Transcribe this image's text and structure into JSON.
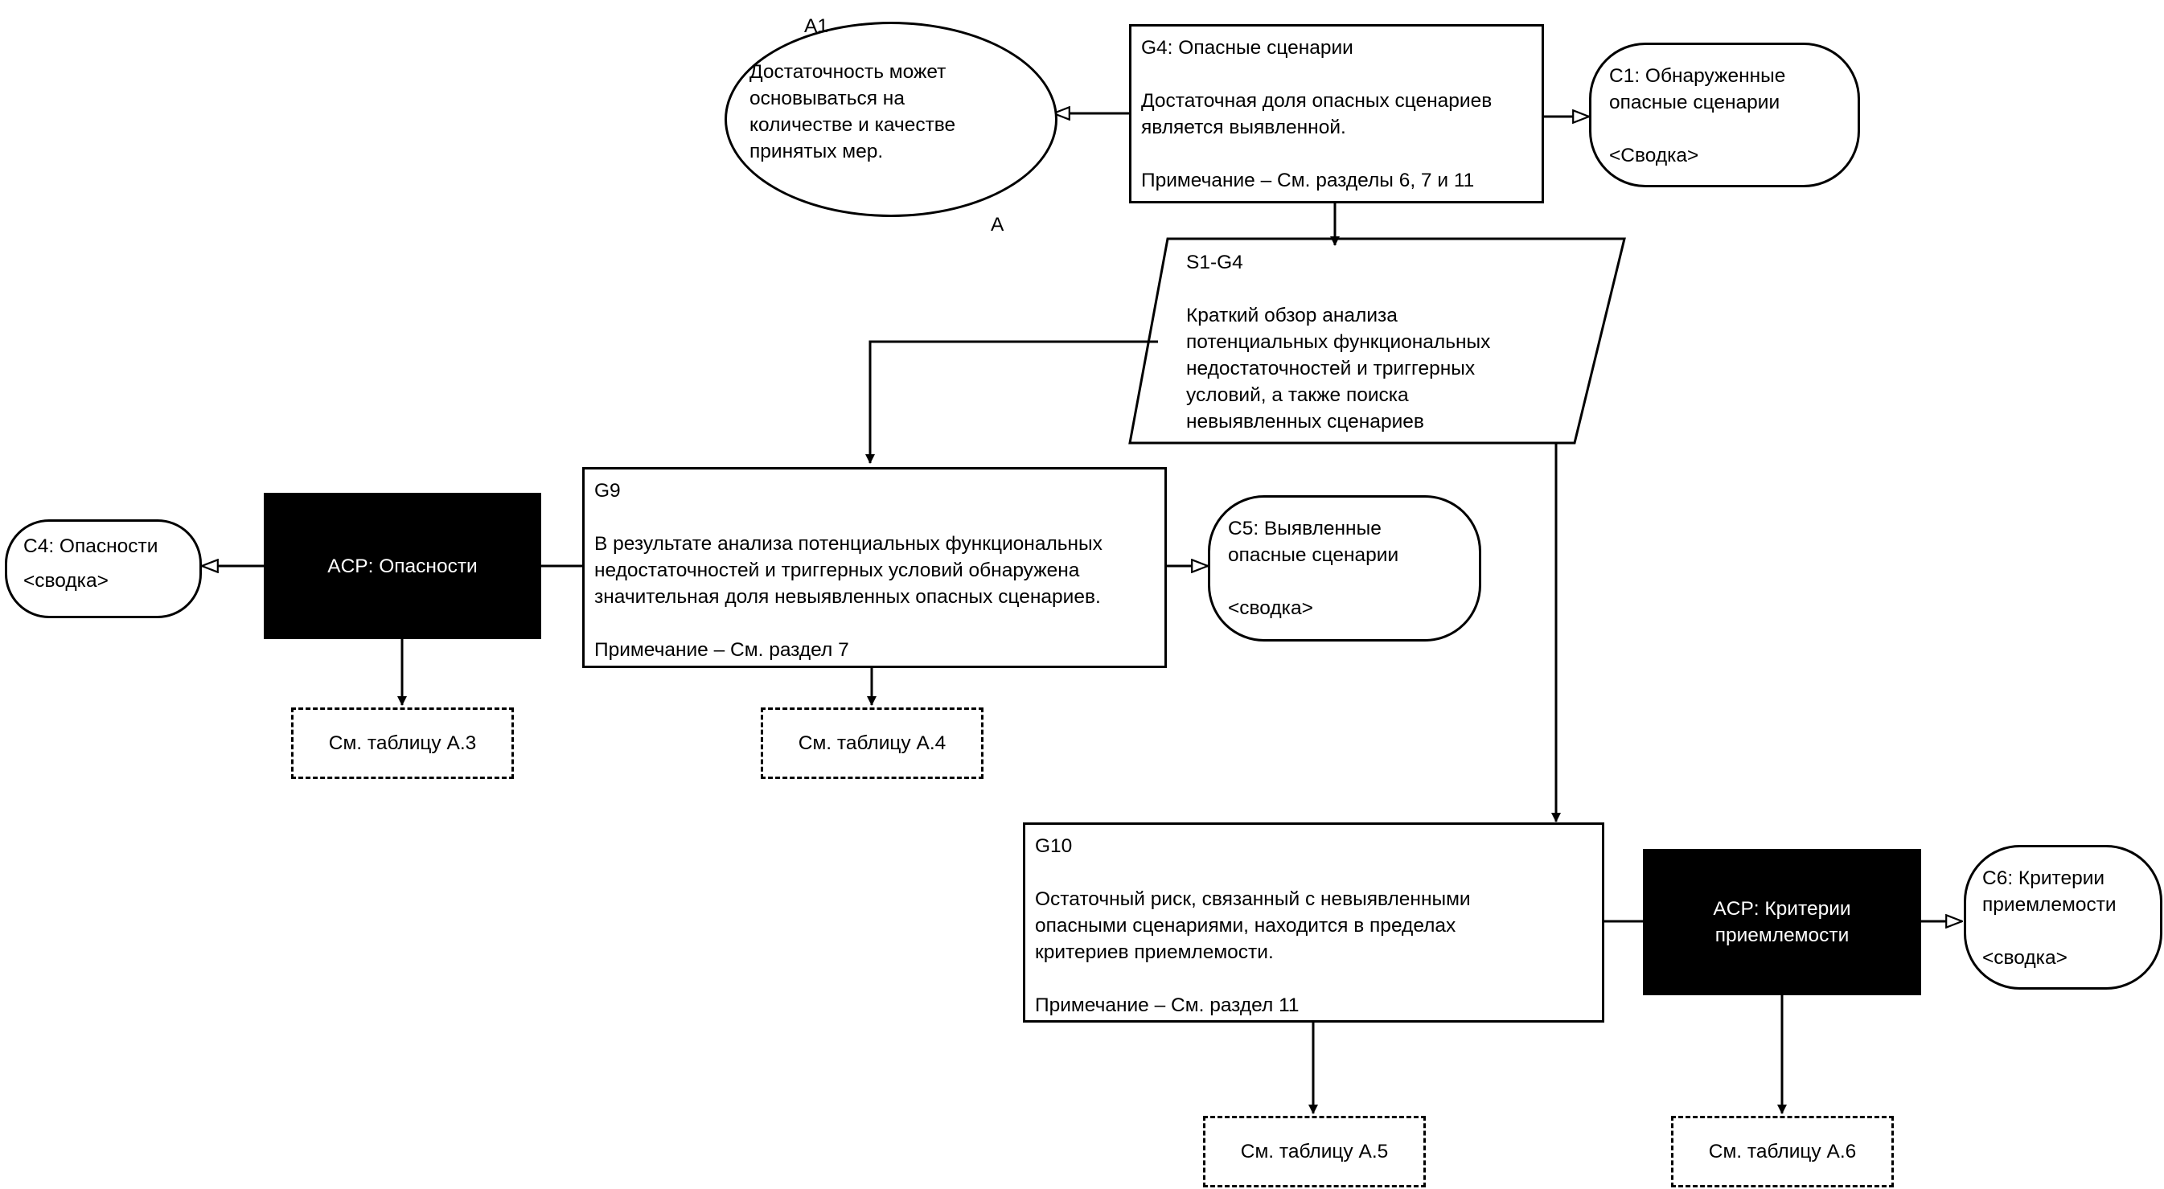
{
  "a1": {
    "id": "A1",
    "lines": [
      "Достаточность может",
      "основываться на",
      "количестве и качестве",
      "принятых мер."
    ],
    "marker": "A"
  },
  "g4": {
    "id": "G4: Опасные сценарии",
    "lines": [
      "Достаточная доля опасных сценариев",
      "является выявленной."
    ],
    "note": "Примечание –  См. разделы 6, 7 и 11"
  },
  "c1": {
    "lines": [
      "C1: Обнаруженные",
      "опасные сценарии"
    ],
    "summary": "<Сводка>"
  },
  "s1": {
    "id": "S1-G4",
    "lines": [
      "Краткий обзор анализа",
      "потенциальных функциональных",
      "недостаточностей и триггерных",
      "условий, а также поиска",
      "невыявленных сценариев"
    ]
  },
  "c4": {
    "title": "С4: Опасности",
    "summary": "<сводка>"
  },
  "acp1": {
    "label": "ACP: Опасности"
  },
  "g9": {
    "id": "G9",
    "lines": [
      "В результате анализа потенциальных функциональных",
      "недостаточностей и триггерных условий обнаружена",
      "значительная доля невыявленных опасных сценариев."
    ],
    "note": "Примечание –  См. раздел 7"
  },
  "c5": {
    "lines": [
      "С5: Выявленные",
      "опасные сценарии"
    ],
    "summary": "<сводка>"
  },
  "ref_a3": {
    "label": "См. таблицу А.3"
  },
  "ref_a4": {
    "label": "См. таблицу А.4"
  },
  "g10": {
    "id": "G10",
    "lines": [
      "Остаточный риск, связанный с невыявленными",
      "опасными сценариями, находится в пределах",
      "критериев приемлемости."
    ],
    "note": "Примечание –  См. раздел 11"
  },
  "acp2": {
    "lines": [
      "ACP: Критерии",
      "приемлемости"
    ]
  },
  "c6": {
    "lines": [
      "С6: Критерии",
      "приемлемости"
    ],
    "summary": "<сводка>"
  },
  "ref_a5": {
    "label": "См. таблицу А.5"
  },
  "ref_a6": {
    "label": "См. таблицу А.6"
  },
  "colors": {
    "stroke": "#000000",
    "fill_black": "#000000",
    "background": "#ffffff"
  }
}
